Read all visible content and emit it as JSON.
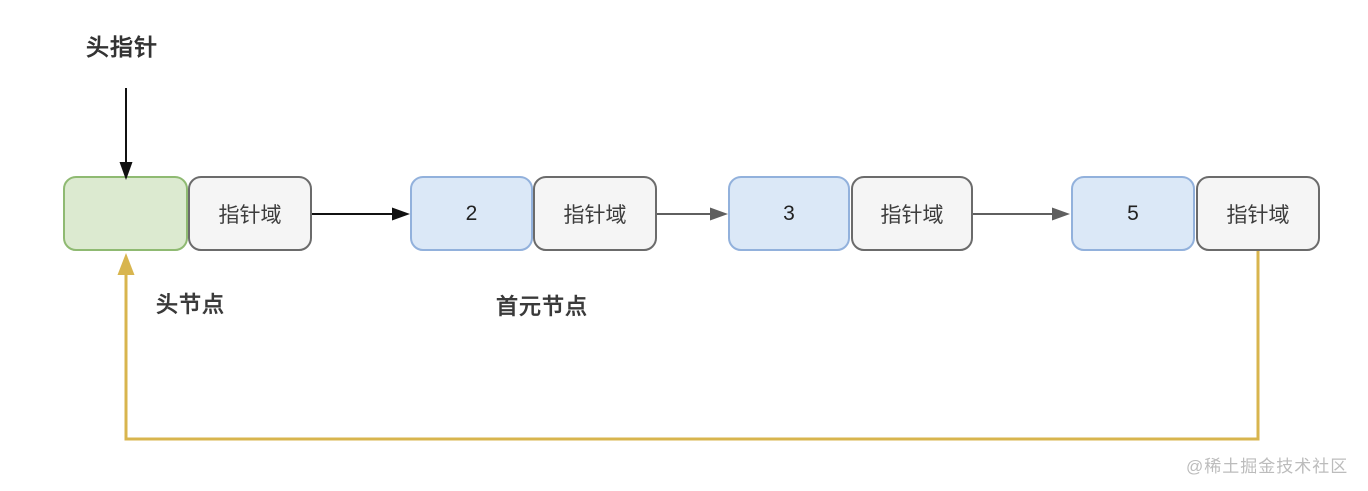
{
  "diagram": {
    "type": "circular-linked-list",
    "labels": {
      "head_pointer": "头指针",
      "head_node": "头节点",
      "first_element_node": "首元节点"
    },
    "pointer_field_label": "指针域",
    "nodes": [
      {
        "id": "head",
        "data": "",
        "pointer": "指针域"
      },
      {
        "id": "n2",
        "data": "2",
        "pointer": "指针域"
      },
      {
        "id": "n3",
        "data": "3",
        "pointer": "指针域"
      },
      {
        "id": "n5",
        "data": "5",
        "pointer": "指针域"
      }
    ],
    "watermark": "@稀土掘金技术社区",
    "colors": {
      "head-fill": "#dcead0",
      "head-border": "#8fba72",
      "data-fill": "#dbe8f7",
      "data-border": "#92b1dc",
      "pointer-fill": "#f5f5f5",
      "pointer-border": "#6b6b6b",
      "link-arrow": "#111111",
      "link-arrow-gray": "#5f5f5f",
      "loop-arrow": "#d8b54e",
      "label-text": "#3a3a3a",
      "watermark-text": "#bcbcbc"
    }
  }
}
